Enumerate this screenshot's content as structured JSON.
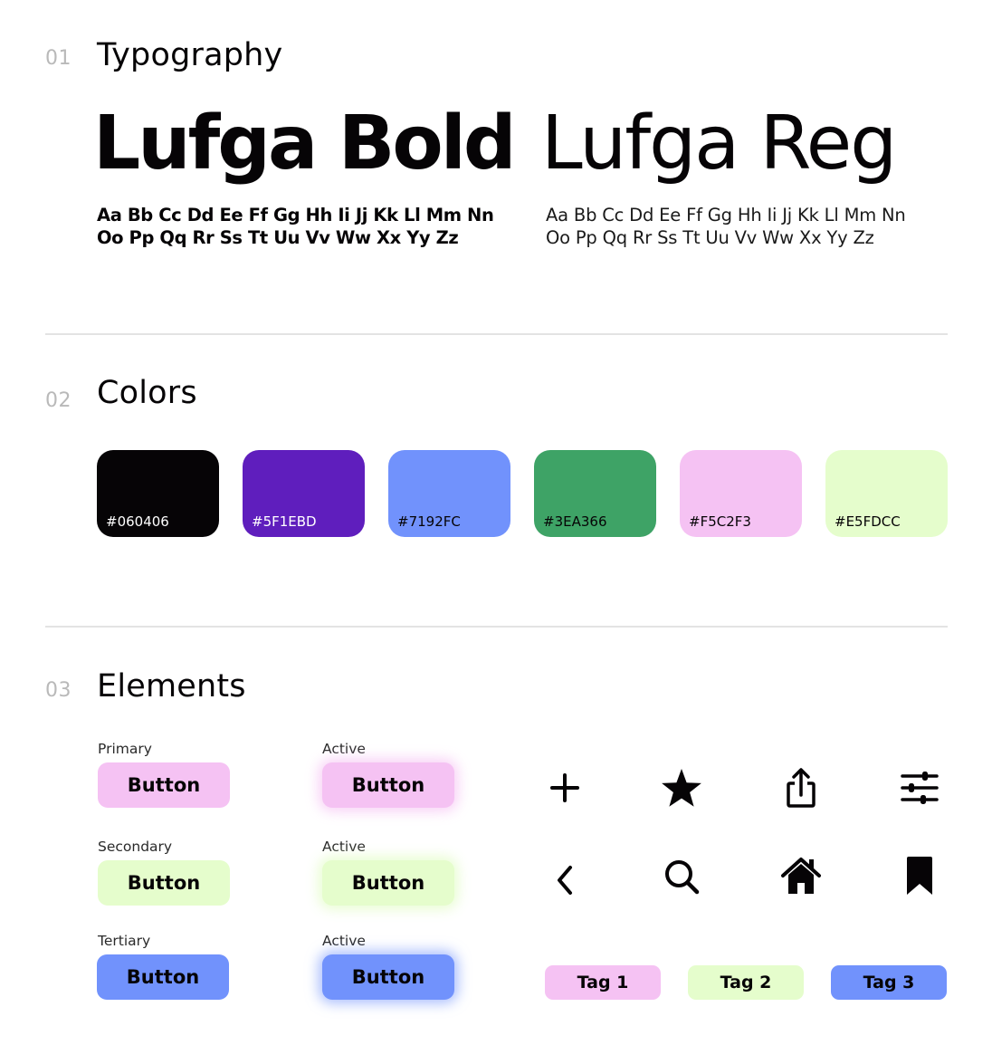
{
  "sections": {
    "typography": {
      "number": "01",
      "title": "Typography"
    },
    "colors": {
      "number": "02",
      "title": "Colors"
    },
    "elements": {
      "number": "03",
      "title": "Elements"
    }
  },
  "typography": {
    "bold": {
      "sample": "Lufga Bold",
      "alphabet_line1": "Aa Bb Cc Dd Ee Ff Gg Hh Ii Jj Kk Ll Mm Nn",
      "alphabet_line2": "Oo Pp Qq Rr Ss Tt Uu Vv Ww Xx Yy Zz"
    },
    "regular": {
      "sample": "Lufga Reg",
      "alphabet_line1": "Aa Bb Cc Dd Ee Ff Gg Hh Ii Jj Kk Ll Mm Nn",
      "alphabet_line2": "Oo Pp Qq Rr Ss Tt Uu Vv Ww Xx Yy Zz"
    }
  },
  "colors": [
    {
      "label": "#060406",
      "hex": "#060406",
      "text_color": "#ffffff"
    },
    {
      "label": "#5F1EBD",
      "hex": "#5F1EBD",
      "text_color": "#ffffff"
    },
    {
      "label": "#7192FC",
      "hex": "#7192FC",
      "text_color": "#060406"
    },
    {
      "label": "#3EA366",
      "hex": "#3EA366",
      "text_color": "#060406"
    },
    {
      "label": "#F5C2F3",
      "hex": "#F5C2F3",
      "text_color": "#060406"
    },
    {
      "label": "#E5FDCC",
      "hex": "#E5FDCC",
      "text_color": "#060406"
    }
  ],
  "buttons": {
    "primary": {
      "caption": "Primary",
      "label": "Button",
      "color": "#F5C2F3"
    },
    "primary_active": {
      "caption": "Active",
      "label": "Button",
      "color": "#F5C2F3"
    },
    "secondary": {
      "caption": "Secondary",
      "label": "Button",
      "color": "#E5FDCC"
    },
    "secondary_active": {
      "caption": "Active",
      "label": "Button",
      "color": "#E5FDCC"
    },
    "tertiary": {
      "caption": "Tertiary",
      "label": "Button",
      "color": "#7192FC"
    },
    "tertiary_active": {
      "caption": "Active",
      "label": "Button",
      "color": "#7192FC"
    }
  },
  "icons": [
    "plus-icon",
    "star-icon",
    "share-icon",
    "sliders-icon",
    "chevron-left-icon",
    "search-icon",
    "home-icon",
    "bookmark-icon"
  ],
  "tags": [
    {
      "label": "Tag 1",
      "color": "#F5C2F3"
    },
    {
      "label": "Tag 2",
      "color": "#E5FDCC"
    },
    {
      "label": "Tag 3",
      "color": "#7192FC"
    }
  ]
}
